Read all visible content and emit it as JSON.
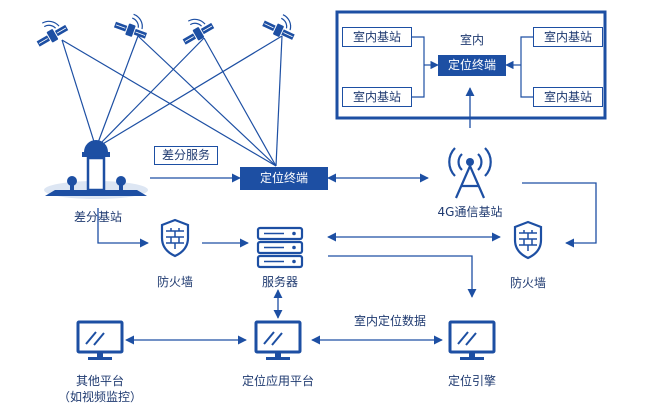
{
  "accent_color": "#1d4fa3",
  "nodes": {
    "positioning_terminal": "定位终端",
    "diff_service": "差分服务",
    "diff_station": "差分基站",
    "firewall_left": "防火墙",
    "server": "服务器",
    "firewall_right": "防火墙",
    "station_4g": "4G通信基站",
    "other_platform_line1": "其他平台",
    "other_platform_line2": "（如视频监控）",
    "positioning_app_platform": "定位应用平台",
    "positioning_engine": "定位引擎",
    "indoor_data": "室内定位数据"
  },
  "indoor_panel": {
    "title": "室内",
    "terminal": "定位终端",
    "stations": [
      "室内基站",
      "室内基站",
      "室内基站",
      "室内基站"
    ]
  },
  "icons": [
    "satellite-icon",
    "gnss-receiver-icon",
    "firewall-icon",
    "server-icon",
    "cell-tower-icon",
    "monitor-icon"
  ]
}
